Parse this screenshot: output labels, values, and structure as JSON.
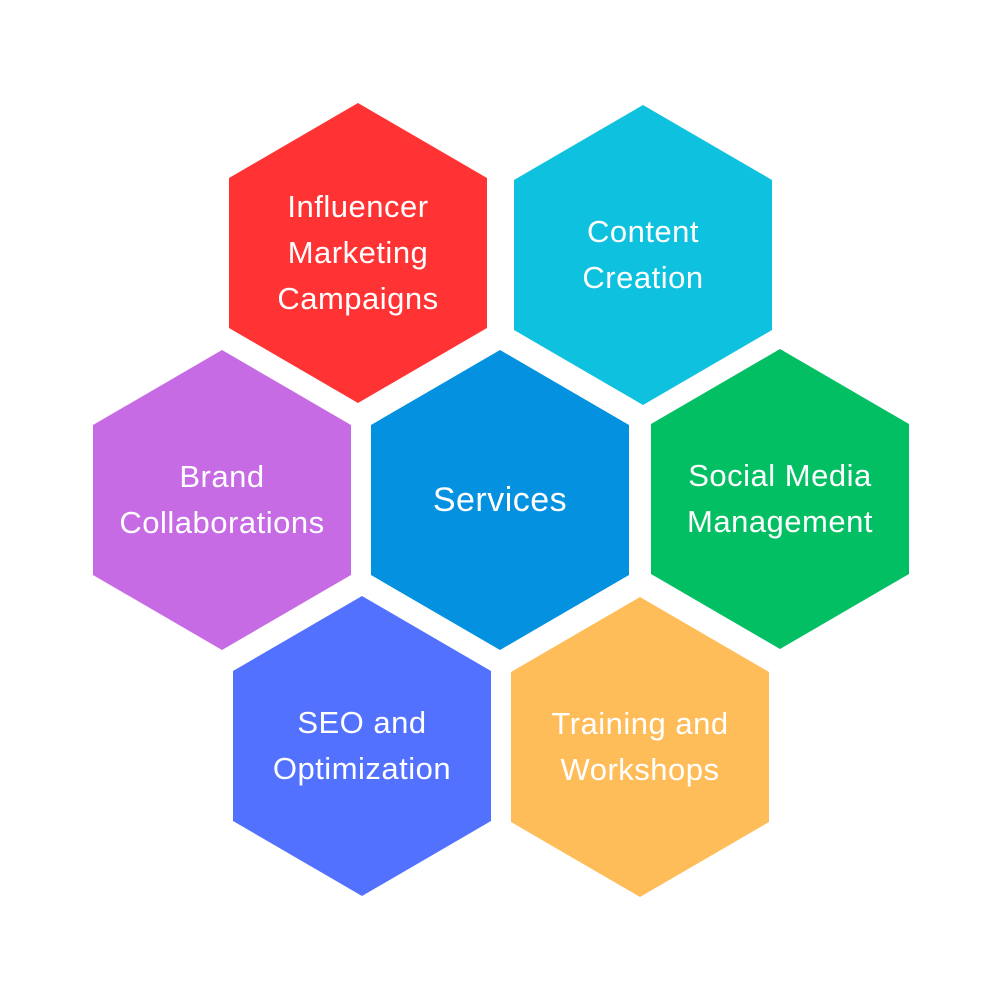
{
  "center": {
    "label": "Services",
    "color": "#0391E0"
  },
  "items": [
    {
      "lines": [
        "Influencer",
        "Marketing",
        "Campaigns"
      ],
      "color": "#FF3333"
    },
    {
      "lines": [
        "Content",
        "Creation"
      ],
      "color": "#0EC1DF"
    },
    {
      "lines": [
        "Brand",
        "Collaborations"
      ],
      "color": "#C76BE5"
    },
    {
      "lines": [
        "Social Media",
        "Management"
      ],
      "color": "#03BF63"
    },
    {
      "lines": [
        "SEO and",
        "Optimization"
      ],
      "color": "#5271FF"
    },
    {
      "lines": [
        "Training and",
        "Workshops"
      ],
      "color": "#FFBD59"
    }
  ]
}
